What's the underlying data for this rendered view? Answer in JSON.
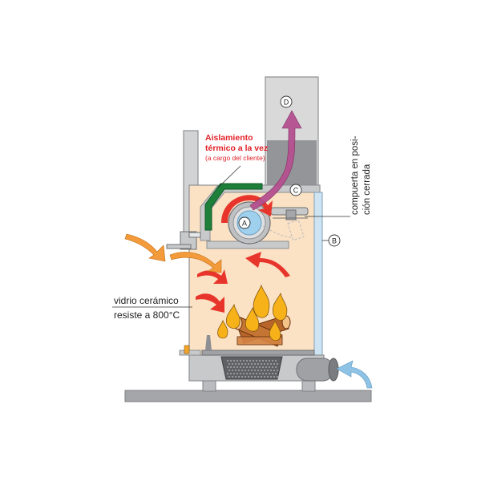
{
  "labels": {
    "insulation_line1": "Aislamiento",
    "insulation_line2": "térmico a la vez",
    "insulation_line3": "(a cargo del cliente)",
    "glass_line1": "vidrio cerámico",
    "glass_line2": "resiste a 800°C",
    "damper_line1": "compuerta en posi-",
    "damper_line2": "ción cerrada"
  },
  "markers": {
    "a": "A",
    "b": "B",
    "c": "C",
    "d": "D"
  },
  "colors": {
    "chamber": "#fbe2c4",
    "steel": "#c8c9cb",
    "steel_dark": "#8d8f92",
    "chimney_smoke": "#939598",
    "chimney_top": "#d9d9da",
    "insulation": "#1e7f3a",
    "hot_arrow": "#e8352b",
    "warm_arrow": "#f39a3a",
    "cold_arrow": "#8fc3e6",
    "exhaust_arrow": "#b5508f",
    "side_panel": "#cfe4f3",
    "fire": "#f7b21a",
    "wood": "#b8652a",
    "red_text": "#e31f26"
  },
  "icons": [
    "fan-icon",
    "flame-icon",
    "firewood-icon",
    "ash-tray-icon",
    "intake-duct-icon"
  ]
}
